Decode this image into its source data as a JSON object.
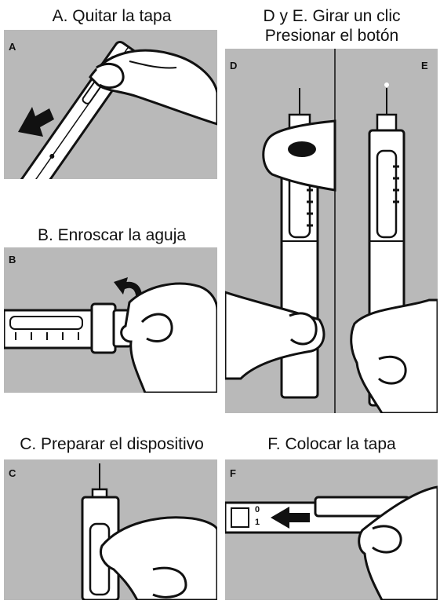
{
  "colors": {
    "panel_bg": "#b9b9b9",
    "ink": "#111111",
    "white": "#ffffff"
  },
  "steps": {
    "a": {
      "title": "A. Quitar la tapa",
      "letter": "A"
    },
    "b": {
      "title": "B. Enroscar la aguja",
      "letter": "B"
    },
    "c": {
      "title": "C. Preparar el dispositivo",
      "letter": "C"
    },
    "de": {
      "title_line1": "D y E. Girar un clic",
      "title_line2": "Presionar el botón",
      "letter_d": "D",
      "letter_e": "E"
    },
    "f": {
      "title": "F. Colocar la tapa",
      "letter": "F",
      "scale_0": "0",
      "scale_1": "1"
    }
  }
}
